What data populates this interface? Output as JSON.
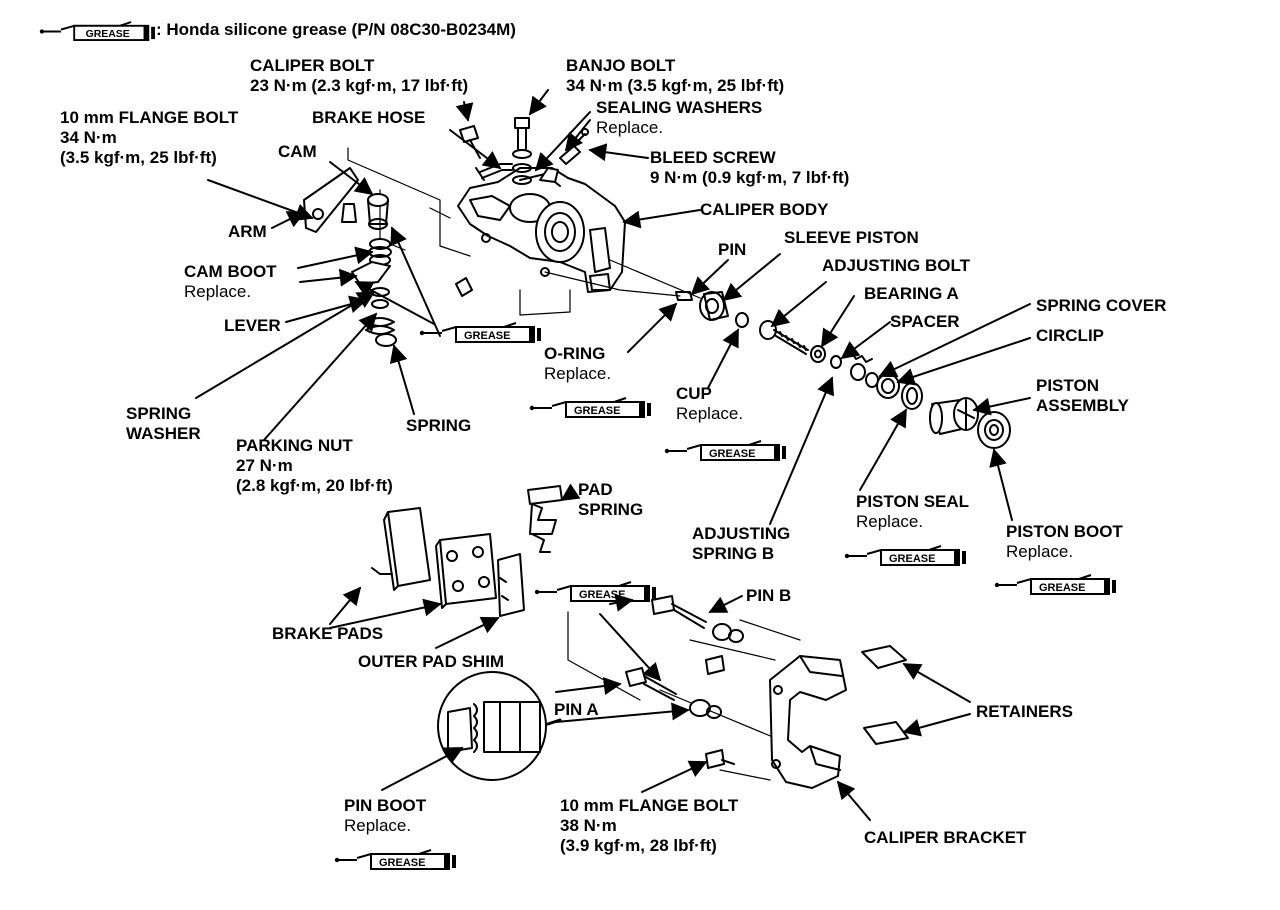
{
  "legend": {
    "icon_label": "GREASE",
    "text": ": Honda silicone grease (P/N 08C30-B0234M)"
  },
  "labels": {
    "caliper_bolt": [
      "CALIPER BOLT",
      "23 N·m (2.3 kgf·m, 17 lbf·ft)"
    ],
    "banjo_bolt": [
      "BANJO BOLT",
      "34 N·m (3.5 kgf·m, 25 lbf·ft)"
    ],
    "sealing_washers": [
      "SEALING WASHERS",
      "Replace."
    ],
    "flange_bolt_top": [
      "10 mm FLANGE BOLT",
      "34 N·m",
      "(3.5 kgf·m, 25 lbf·ft)"
    ],
    "brake_hose": "BRAKE HOSE",
    "cam": "CAM",
    "bleed_screw": [
      "BLEED SCREW",
      "9 N·m (0.9 kgf·m, 7 lbf·ft)"
    ],
    "caliper_body": "CALIPER BODY",
    "arm": "ARM",
    "pin": "PIN",
    "sleeve_piston": "SLEEVE PISTON",
    "adjusting_bolt": "ADJUSTING BOLT",
    "cam_boot": [
      "CAM BOOT",
      "Replace."
    ],
    "bearing_a": "BEARING A",
    "spring_cover": "SPRING COVER",
    "spacer": "SPACER",
    "circlip": "CIRCLIP",
    "lever": "LEVER",
    "o_ring": [
      "O-RING",
      "Replace."
    ],
    "piston_assembly": [
      "PISTON",
      "ASSEMBLY"
    ],
    "cup": [
      "CUP",
      "Replace."
    ],
    "spring_washer": [
      "SPRING",
      "WASHER"
    ],
    "spring": "SPRING",
    "parking_nut": [
      "PARKING NUT",
      "27 N·m",
      "(2.8 kgf·m, 20 lbf·ft)"
    ],
    "pad_spring": [
      "PAD",
      "SPRING"
    ],
    "piston_seal": [
      "PISTON SEAL",
      "Replace."
    ],
    "piston_boot": [
      "PISTON BOOT",
      "Replace."
    ],
    "adjusting_spring_b": [
      "ADJUSTING",
      "SPRING B"
    ],
    "pin_b": "PIN B",
    "brake_pads": "BRAKE PADS",
    "outer_pad_shim": "OUTER PAD SHIM",
    "pin_a": "PIN A",
    "retainers": "RETAINERS",
    "pin_boot": [
      "PIN BOOT",
      "Replace."
    ],
    "flange_bolt_bottom": [
      "10 mm FLANGE BOLT",
      "38 N·m",
      "(3.9 kgf·m, 28 lbf·ft)"
    ],
    "caliper_bracket": "CALIPER BRACKET"
  },
  "colors": {
    "ink": "#000000",
    "paper": "#ffffff"
  },
  "icons": [
    "grease-tube-icon"
  ]
}
